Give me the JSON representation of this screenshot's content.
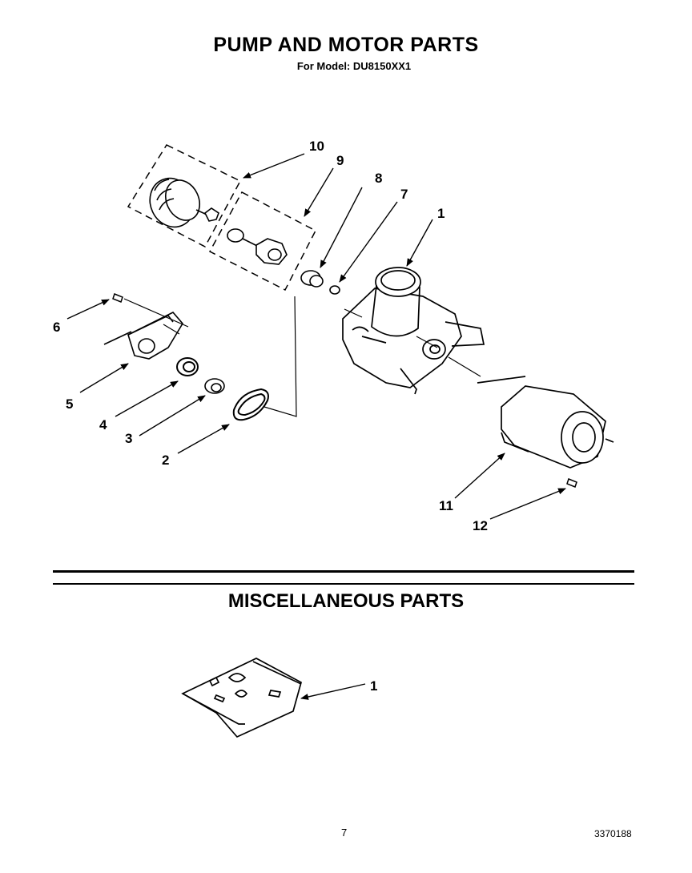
{
  "header": {
    "title": "PUMP AND MOTOR PARTS",
    "subtitle": "For Model: DU8150XX1"
  },
  "pump_motor_callouts": [
    "10",
    "9",
    "8",
    "7",
    "1",
    "6",
    "5",
    "4",
    "3",
    "2",
    "11",
    "12"
  ],
  "misc_section": {
    "title": "MISCELLANEOUS PARTS",
    "callouts": [
      "1"
    ]
  },
  "footer": {
    "page_number": "7",
    "document_number": "3370188"
  }
}
